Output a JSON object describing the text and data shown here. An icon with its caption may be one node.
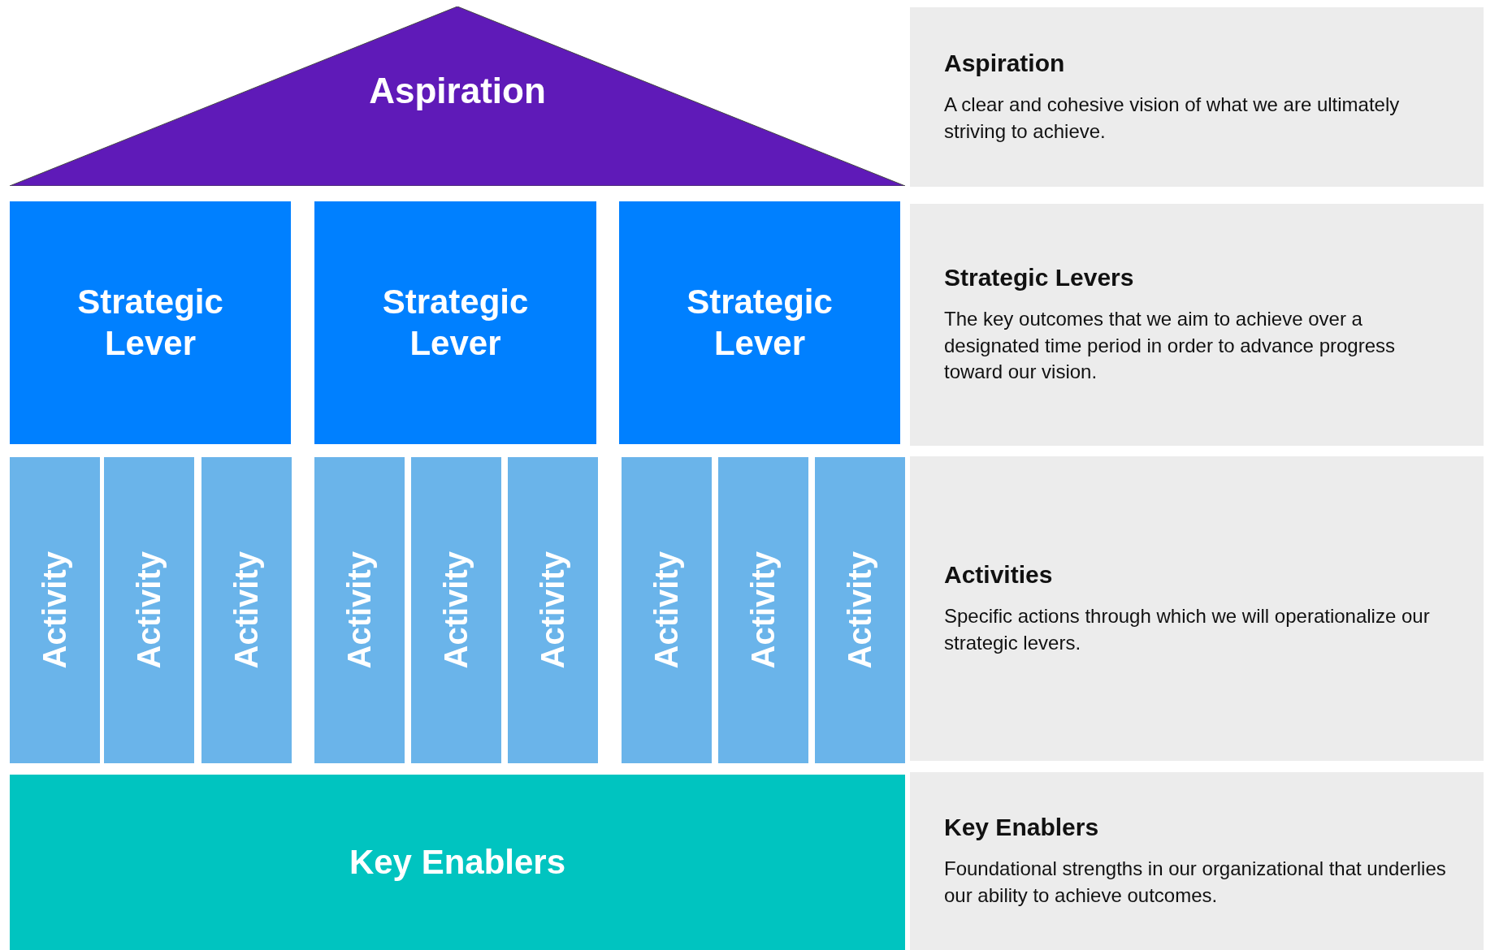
{
  "diagram": {
    "nodes": [
      {
        "text": [
          "Aspiration"
        ]
      },
      {
        "text": [
          "Strategic Lever"
        ]
      },
      {
        "text": [
          "Strategic Lever"
        ]
      },
      {
        "text": [
          "Strategic Lever"
        ]
      },
      {
        "text": [
          "Activity"
        ]
      },
      {
        "text": [
          "Activity"
        ]
      },
      {
        "text": [
          "Activity"
        ]
      },
      {
        "text": [
          "Activity"
        ]
      },
      {
        "text": [
          "Activity"
        ]
      },
      {
        "text": [
          "Activity"
        ]
      },
      {
        "text": [
          "Activity"
        ]
      },
      {
        "text": [
          "Activity"
        ]
      },
      {
        "text": [
          "Activity"
        ]
      },
      {
        "text": [
          "Key Enablers"
        ]
      },
      {
        "text": [
          "Aspiration",
          "A clear and cohesive vision of what we are ultimately striving to achieve."
        ]
      },
      {
        "text": [
          "Strategic Levers",
          "The key outcomes that we aim to achieve over a designated time period in order to advance progress toward our vision."
        ]
      },
      {
        "text": [
          "Activities",
          "Specific actions through which we will operationalize our strategic levers."
        ]
      },
      {
        "text": [
          "Key Enablers",
          "Foundational strengths in our organizational that underlies our ability to achieve outcomes."
        ]
      }
    ],
    "edges": []
  }
}
